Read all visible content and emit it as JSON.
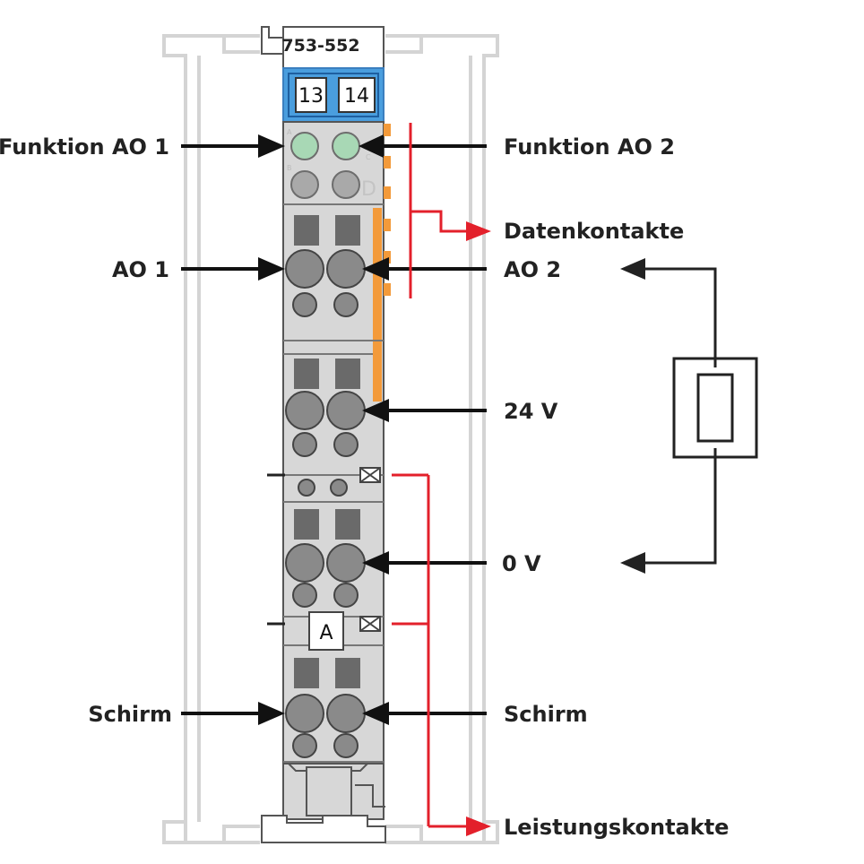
{
  "module": {
    "model": "753-552",
    "marker_left": "13",
    "marker_right": "14",
    "led_labels": [
      "A",
      "C",
      "B",
      "D"
    ],
    "group_letter": "A"
  },
  "labels": {
    "funktion_ao1": "Funktion AO 1",
    "funktion_ao2": "Funktion AO 2",
    "datenkontakte": "Datenkontakte",
    "ao1": "AO 1",
    "ao2": "AO 2",
    "v24": "24 V",
    "v0": "0 V",
    "schirm_left": "Schirm",
    "schirm_right": "Schirm",
    "leistungskontakte": "Leistungskontakte"
  },
  "colors": {
    "arrow": "#111111",
    "red": "#e3202b",
    "housing": "#d7d7d7",
    "housing_outline": "#555555",
    "marker_blue": "#4a9ede",
    "led_green": "#a8d8b5",
    "led_grey": "#a9a9a9",
    "orange_contact": "#f39a3a",
    "ghost_outline": "#d4d4d4"
  }
}
